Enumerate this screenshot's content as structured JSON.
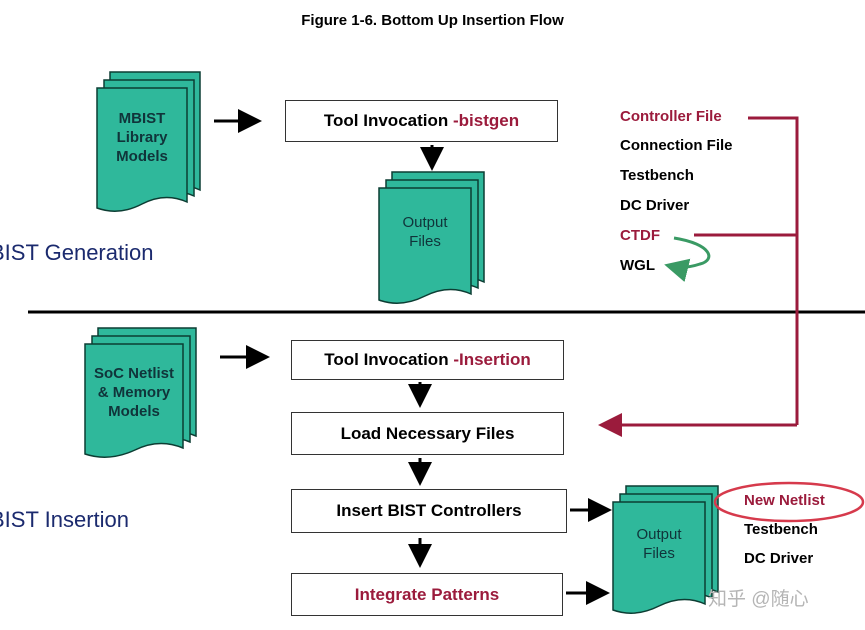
{
  "title": "Figure 1-6. Bottom Up Insertion Flow",
  "colors": {
    "doc_fill": "#2fb89b",
    "doc_stroke": "#0c3d33",
    "accent": "#9b1b3c",
    "green_arrow": "#3a9a64",
    "oval": "#d63a4c"
  },
  "generation": {
    "section_label": "BIST Generation",
    "input_doc": [
      "MBIST",
      "Library",
      "Models"
    ],
    "tool_box": {
      "prefix": "Tool Invocation ",
      "accent": "-bistgen"
    },
    "output_doc": [
      "Output",
      "Files"
    ],
    "outputs": [
      "Controller File",
      "Connection File",
      "Testbench",
      "DC Driver",
      "CTDF",
      "WGL"
    ]
  },
  "insertion": {
    "section_label": "BIST Insertion",
    "input_doc": [
      "SoC Netlist",
      "& Memory",
      "Models"
    ],
    "tool_box": {
      "prefix": "Tool Invocation ",
      "accent": "-Insertion"
    },
    "load_box": "Load Necessary Files",
    "insert_box": "Insert BIST Controllers",
    "integrate_box": "Integrate Patterns",
    "output_doc": [
      "Output",
      "Files"
    ],
    "outputs": [
      "New Netlist",
      "Testbench",
      "DC Driver"
    ]
  },
  "watermark": "知乎 @随心"
}
